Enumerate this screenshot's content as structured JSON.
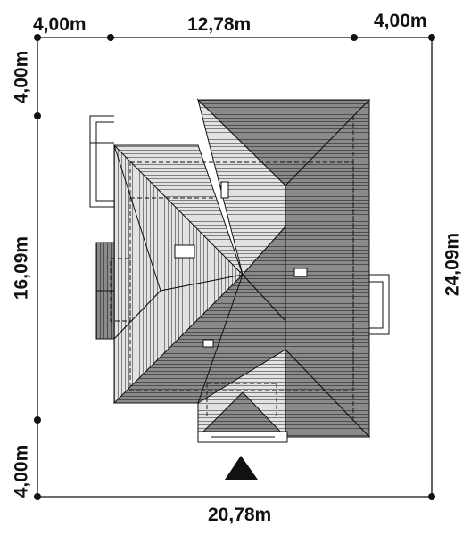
{
  "dimensions": {
    "top_left_setback": "4,00m",
    "top_width": "12,78m",
    "top_right_setback": "4,00m",
    "left_top_setback": "4,00m",
    "left_depth": "16,09m",
    "left_bottom_setback": "4,00m",
    "right_total": "24,09m",
    "bottom_total": "20,78m"
  },
  "colors": {
    "roof_light": "#d0d0d0",
    "roof_dark": "#7f7f7f",
    "roof_mid": "#a8a8a8",
    "line": "#111111",
    "entrance": "#111111"
  },
  "icons": {
    "entrance": "entrance-triangle-icon"
  }
}
